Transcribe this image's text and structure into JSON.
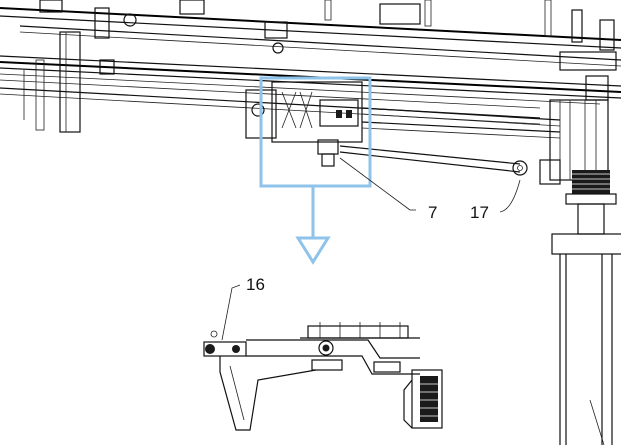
{
  "callouts": {
    "c7": "7",
    "c17": "17",
    "c16": "16"
  },
  "colors": {
    "highlight": "#8fc3ea",
    "line": "#111111",
    "background": "#ffffff"
  }
}
